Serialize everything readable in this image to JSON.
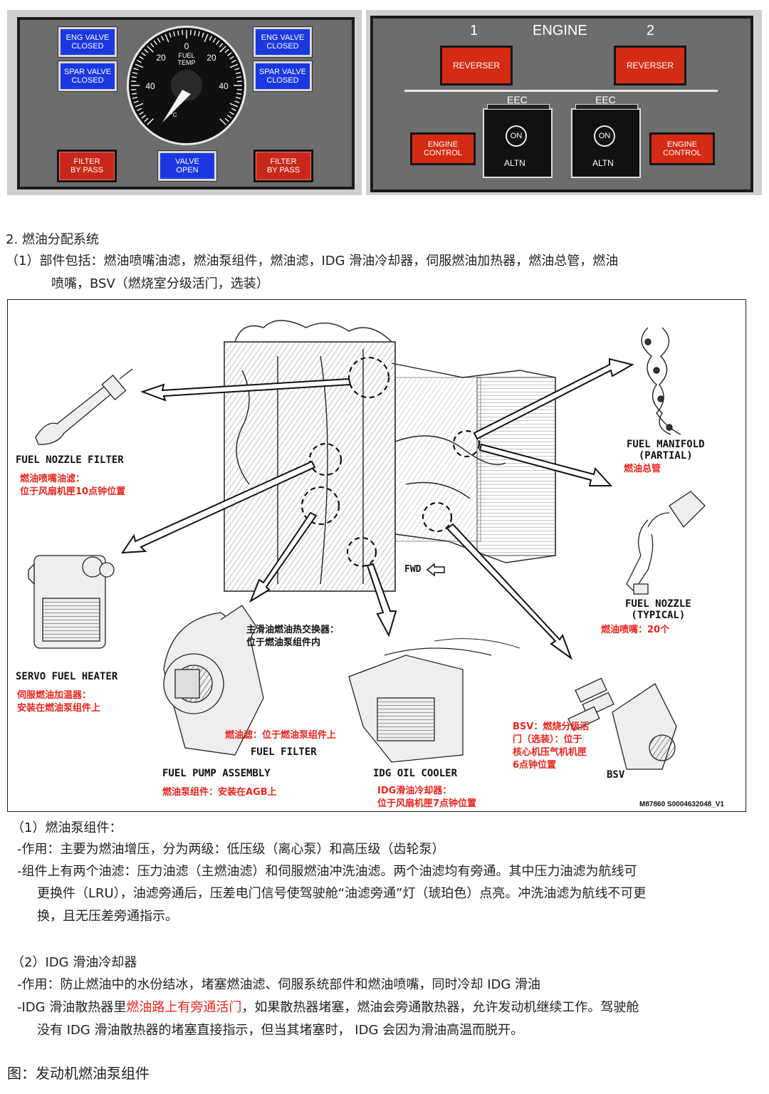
{
  "fuel_panel": {
    "eng_valve_left": "ENG VALVE\nCLOSED",
    "spar_valve_left": "SPAR VALVE\nCLOSED",
    "eng_valve_right": "ENG VALVE\nCLOSED",
    "spar_valve_right": "SPAR VALVE\nCLOSED",
    "filter_bypass_left": "FILTER\nBY PASS",
    "valve_open": "VALVE\nOPEN",
    "filter_bypass_right": "FILTER\nBY PASS",
    "gauge": {
      "label_top": "FUEL",
      "label_bottom": "TEMP",
      "unit": "°C",
      "tick_0": "0",
      "tick_20_left": "20",
      "tick_20_right": "20",
      "tick_40_left": "40",
      "tick_40_right": "40"
    }
  },
  "engine_panel": {
    "title": "ENGINE",
    "num_left": "1",
    "num_right": "2",
    "reverser_left": "REVERSER",
    "reverser_right": "REVERSER",
    "eec_left": "EEC",
    "eec_right": "EEC",
    "on_left": "ON",
    "on_right": "ON",
    "altn_left": "ALTN",
    "altn_right": "ALTN",
    "engine_control_left": "ENGINE\nCONTROL",
    "engine_control_right": "ENGINE\nCONTROL"
  },
  "section": {
    "heading": "2. 燃油分配系统",
    "parts_line1": "（1）部件包括：燃油喷嘴油滤，燃油泵组件，燃油滤，IDG 滑油冷却器，伺服燃油加热器，燃油总管，燃油",
    "parts_line2": "喷嘴，BSV（燃烧室分级活门，选装）"
  },
  "diagram": {
    "fuel_nozzle_filter": "FUEL NOZZLE FILTER",
    "fuel_nozzle_filter_cn": "燃油喷嘴油滤：\n位于风扇机匣10点钟位置",
    "fuel_manifold": "FUEL MANIFOLD\n  (PARTIAL)",
    "fuel_manifold_cn": "燃油总管",
    "servo_fuel_heater": "SERVO FUEL HEATER",
    "servo_fuel_heater_cn": "伺服燃油加温器：\n安装在燃油泵组件上",
    "fuel_nozzle": "FUEL NOZZLE\n (TYPICAL)",
    "fuel_nozzle_cn": "燃油喷嘴：20个",
    "fwd": "FWD",
    "main_heat_exchanger_cn": "主滑油燃油热交换器：\n位于燃油泵组件内",
    "fuel_filter_cn": "燃油滤：位于燃油泵组件上",
    "fuel_filter": "FUEL FILTER",
    "fuel_pump_assembly": "FUEL PUMP ASSEMBLY",
    "fuel_pump_assembly_cn": "燃油泵组件：安装在AGB上",
    "idg_oil_cooler": "IDG OIL COOLER",
    "idg_oil_cooler_cn": "IDG滑油冷却器：\n位于风扇机匣7点钟位置",
    "bsv_cn": "BSV：燃烧分级活\n门（选装）：位于\n核心机压气机机匣\n6点钟位置",
    "bsv": "BSV",
    "figure_id": "M87860 S0004632048_V1"
  },
  "body": {
    "pump_title": "（1）燃油泵组件：",
    "pump_func": "-作用：主要为燃油增压，分为两级：低压级（离心泵）和高压级（齿轮泵）",
    "pump_filter_1": "-组件上有两个油滤：压力油滤（主燃油滤）和伺服燃油冲洗油滤。两个油滤均有旁通。其中压力油滤为航线可",
    "pump_filter_2": "更换件（LRU），油滤旁通后，压差电门信号使驾驶舱“油滤旁通”灯（琥珀色）点亮。冲洗油滤为航线不可更",
    "pump_filter_3": "换，且无压差旁通指示。",
    "idg_title": "（2）IDG 滑油冷却器",
    "idg_func": "-作用：防止燃油中的水份结冰，堵塞燃油滤、伺服系统部件和燃油喷嘴，同时冷却 IDG 滑油",
    "idg_bypass_a": "-IDG 滑油散热器里",
    "idg_bypass_hl": "燃油路上有旁通活门",
    "idg_bypass_b": "，如果散热器堵塞，燃油会旁通散热器，允许发动机继续工作。驾驶舱",
    "idg_bypass_2": "没有 IDG 滑油散热器的堵塞直接指示，但当其堵塞时， IDG 会因为滑油高温而脱开。",
    "figure_caption": "图：发动机燃油泵组件"
  }
}
